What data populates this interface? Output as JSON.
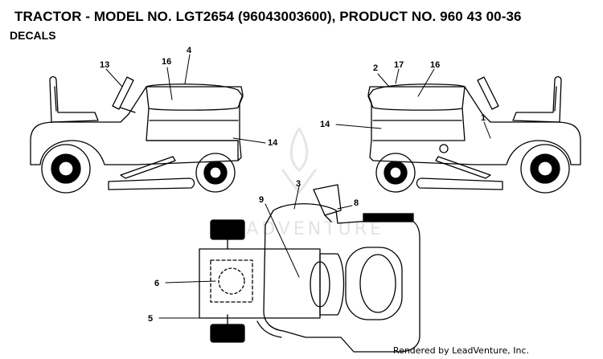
{
  "header": {
    "title": "TRACTOR - MODEL NO. LGT2654 (96043003600), PRODUCT NO. 960 43 00-36",
    "subtitle": "DECALS"
  },
  "watermark": "LEADVENTURE",
  "footer": "Rendered by LeadVenture, Inc.",
  "callouts": [
    {
      "id": "callout-13-left",
      "label": "13"
    },
    {
      "id": "callout-16-left",
      "label": "16"
    },
    {
      "id": "callout-4",
      "label": "4"
    },
    {
      "id": "callout-14-left",
      "label": "14"
    },
    {
      "id": "callout-2",
      "label": "2"
    },
    {
      "id": "callout-17",
      "label": "17"
    },
    {
      "id": "callout-16-right",
      "label": "16"
    },
    {
      "id": "callout-14-right",
      "label": "14"
    },
    {
      "id": "callout-1",
      "label": "1"
    },
    {
      "id": "callout-3",
      "label": "3"
    },
    {
      "id": "callout-9",
      "label": "9"
    },
    {
      "id": "callout-8",
      "label": "8"
    },
    {
      "id": "callout-6",
      "label": "6"
    },
    {
      "id": "callout-5",
      "label": "5"
    }
  ],
  "colors": {
    "line": "#000000",
    "watermark": "#e3e3e3"
  }
}
